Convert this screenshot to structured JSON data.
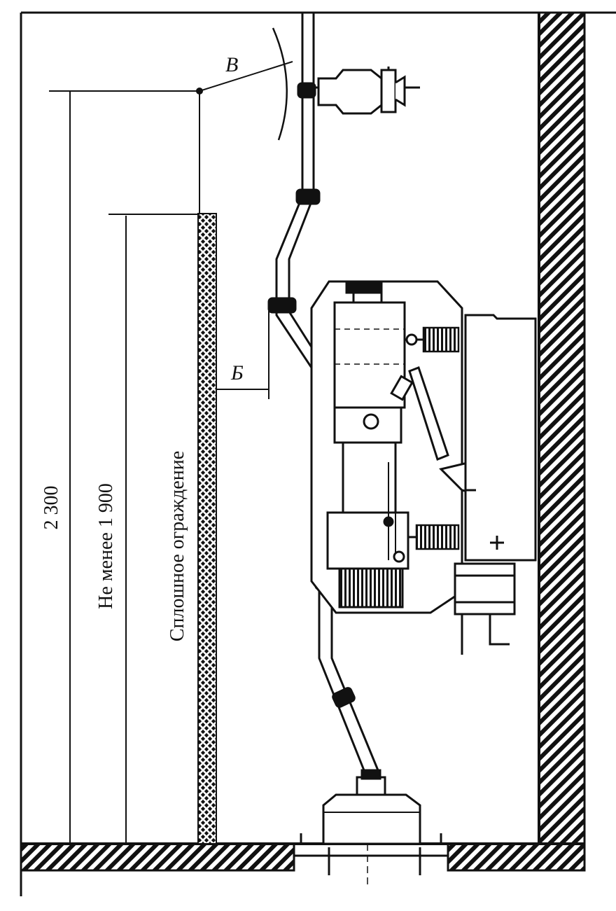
{
  "labels": {
    "overall_height": "2 300",
    "min_height": "Не менее 1 900",
    "solid_fence": "Сплошное ограждение",
    "clearance_b": "Б",
    "clearance_v": "В"
  },
  "colors": {
    "ink": "#111111",
    "paper": "#ffffff"
  }
}
